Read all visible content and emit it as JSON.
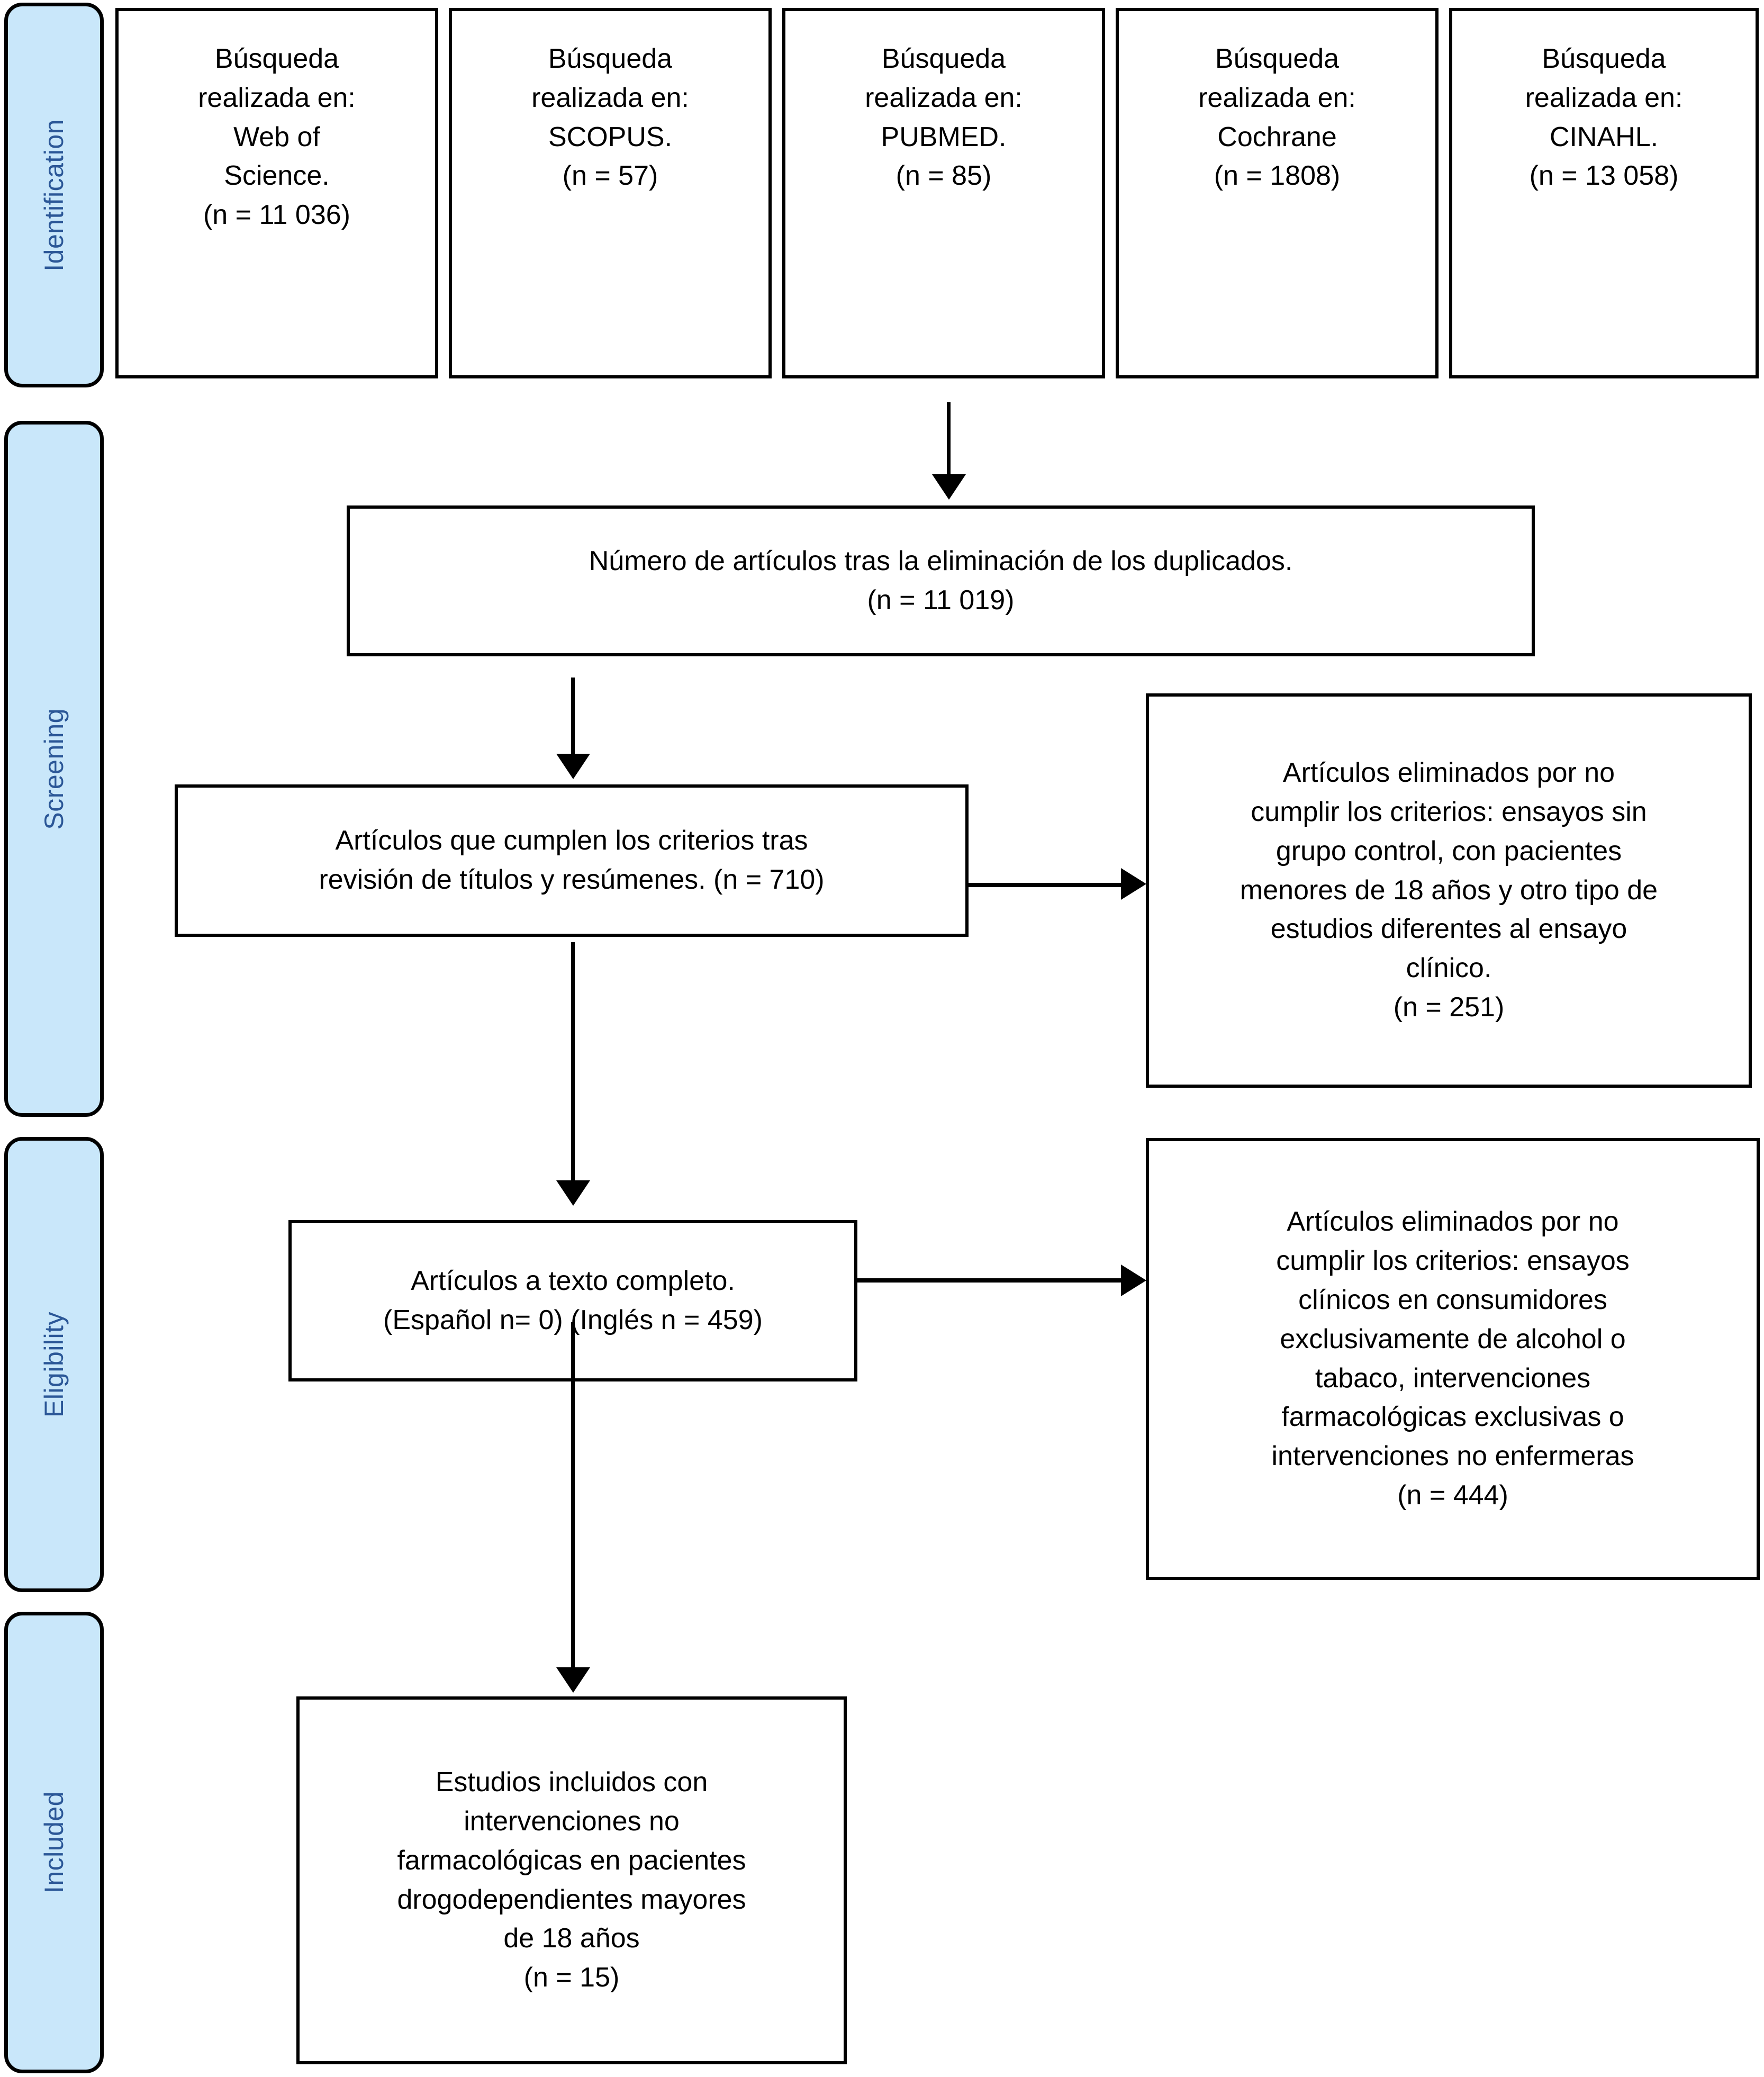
{
  "diagram": {
    "title": "PRISMA flow diagram",
    "colors": {
      "phase_fill": "#c9e7fa",
      "phase_text": "#2b5797",
      "box_fill": "#ffffff",
      "line": "#000000"
    }
  },
  "phases": [
    {
      "id": "identification",
      "label": "Identification"
    },
    {
      "id": "screening",
      "label": "Screening"
    },
    {
      "id": "eligibility",
      "label": "Eligibility"
    },
    {
      "id": "included",
      "label": "Included"
    }
  ],
  "sources": [
    {
      "id": "web-of-science",
      "text": "Búsqueda\nrealizada en:\nWeb of\nScience.\n(n = 11 036)",
      "database": "Web of Science",
      "n": "11 036"
    },
    {
      "id": "scopus",
      "text": "Búsqueda\nrealizada en:\nSCOPUS.\n(n = 57)",
      "database": "SCOPUS",
      "n": "57"
    },
    {
      "id": "pubmed",
      "text": "Búsqueda\nrealizada en:\nPUBMED.\n(n = 85)",
      "database": "PUBMED",
      "n": "85"
    },
    {
      "id": "cochrane",
      "text": "Búsqueda\nrealizada en:\nCochrane\n(n = 1808)",
      "database": "Cochrane",
      "n": "1808"
    },
    {
      "id": "cinahl",
      "text": "Búsqueda\nrealizada en:\nCINAHL.\n(n = 13 058)",
      "database": "CINAHL",
      "n": "13 058"
    }
  ],
  "steps": {
    "duplicates": {
      "text": "Número de artículos tras la eliminación de los duplicados.\n(n = 11 019)",
      "n": "11 019"
    },
    "title_abstract": {
      "text": "Artículos que cumplen los criterios tras\nrevisión de títulos y resúmenes.  (n = 710)",
      "n": "710"
    },
    "excluded_screening": {
      "text": "Artículos eliminados por no\ncumplir los criterios: ensayos sin\ngrupo control, con pacientes\nmenores de 18 años y otro tipo de\nestudios diferentes al ensayo\nclínico.\n(n = 251)",
      "n": "251"
    },
    "full_text": {
      "text": "Artículos a texto completo.\n(Español n= 0) (Inglés n = 459)",
      "n_spanish": "0",
      "n_english": "459"
    },
    "excluded_eligibility": {
      "text": "Artículos eliminados por no\ncumplir los criterios: ensayos\nclínicos en consumidores\nexclusivamente de alcohol o\ntabaco, intervenciones\nfarmacológicas exclusivas o\nintervenciones no enfermeras\n(n = 444)",
      "n": "444"
    },
    "included": {
      "text": "Estudios incluidos con\nintervenciones no\nfarmacológicas en pacientes\ndrogodependientes mayores\nde 18 años\n(n = 15)",
      "n": "15"
    }
  }
}
